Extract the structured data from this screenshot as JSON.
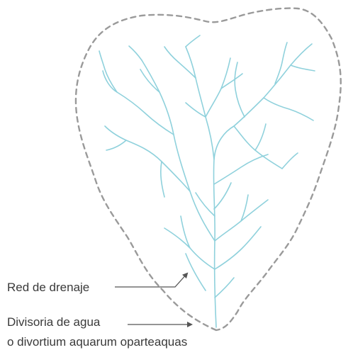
{
  "labels": {
    "drainage_network": "Red de drenaje",
    "divide_line1": "Divisoria de agua",
    "divide_line2": "o divortium aquarum oparteaquas"
  },
  "colors": {
    "background": "#ffffff",
    "river": "#8fd1dc",
    "divide": "#9a9a9a",
    "text": "#3a3a3a",
    "leader": "#555555"
  }
}
